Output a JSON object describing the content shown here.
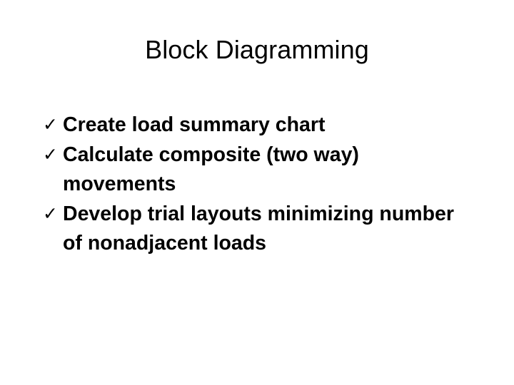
{
  "slide": {
    "title": "Block Diagramming",
    "background_color": "#FFFFFF",
    "text_color": "#000000",
    "bullet_glyph": "✓",
    "bullets": [
      {
        "text": "Create load summary chart"
      },
      {
        "text": "Calculate composite (two way) movements"
      },
      {
        "text": "Develop trial layouts minimizing number of nonadjacent loads"
      }
    ]
  }
}
